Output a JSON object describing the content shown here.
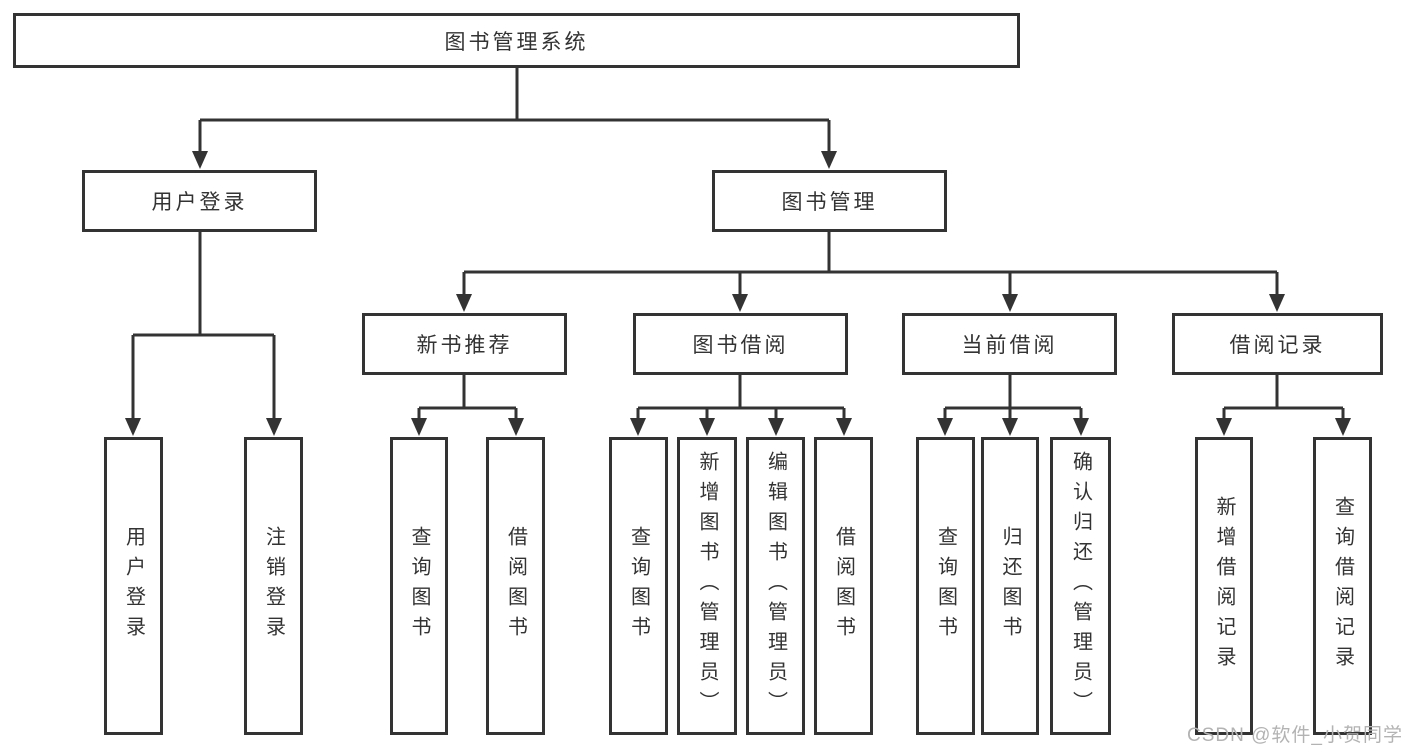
{
  "tree": {
    "root": {
      "label": "图书管理系统"
    },
    "branches": [
      {
        "label": "用户登录",
        "children": [
          {
            "label": "用户登录"
          },
          {
            "label": "注销登录"
          }
        ]
      },
      {
        "label": "图书管理",
        "children": [
          {
            "label": "新书推荐",
            "children": [
              {
                "label": "查询图书"
              },
              {
                "label": "借阅图书"
              }
            ]
          },
          {
            "label": "图书借阅",
            "children": [
              {
                "label": "查询图书"
              },
              {
                "label": "新增图书（管理员）"
              },
              {
                "label": "编辑图书（管理员）"
              },
              {
                "label": "借阅图书"
              }
            ]
          },
          {
            "label": "当前借阅",
            "children": [
              {
                "label": "查询图书"
              },
              {
                "label": "归还图书"
              },
              {
                "label": "确认归还（管理员）"
              }
            ]
          },
          {
            "label": "借阅记录",
            "children": [
              {
                "label": "新增借阅记录"
              },
              {
                "label": "查询借阅记录"
              }
            ]
          }
        ]
      }
    ]
  },
  "watermark": {
    "text": "CSDN @软件_小贺同学"
  },
  "colors": {
    "line": "#333333",
    "text": "#333333",
    "bg": "#ffffff",
    "watermark": "#b3b3b3"
  }
}
